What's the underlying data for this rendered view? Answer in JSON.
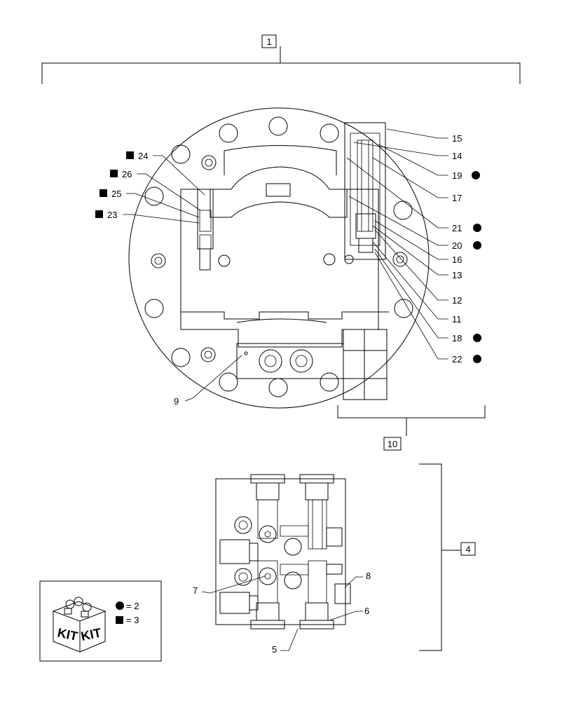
{
  "callouts": {
    "c1": "1",
    "c4": "4",
    "c5": "5",
    "c6": "6",
    "c7": "7",
    "c8": "8",
    "c9": "9",
    "c10": "10",
    "c11": "11",
    "c12": "12",
    "c13": "13",
    "c14": "14",
    "c15": "15",
    "c16": "16",
    "c17": "17",
    "c18": "18",
    "c19": "19",
    "c20": "20",
    "c21": "21",
    "c22": "22",
    "c23": "23",
    "c24": "24",
    "c25": "25",
    "c26": "26"
  },
  "legend": {
    "kit_text_1": "KIT",
    "kit_text_2": "KIT",
    "circle_equals": "= 2",
    "square_equals": "= 3"
  },
  "markers": {
    "circle_items": [
      "19",
      "21",
      "20",
      "18",
      "22"
    ],
    "square_items": [
      "24",
      "26",
      "25",
      "23"
    ]
  }
}
